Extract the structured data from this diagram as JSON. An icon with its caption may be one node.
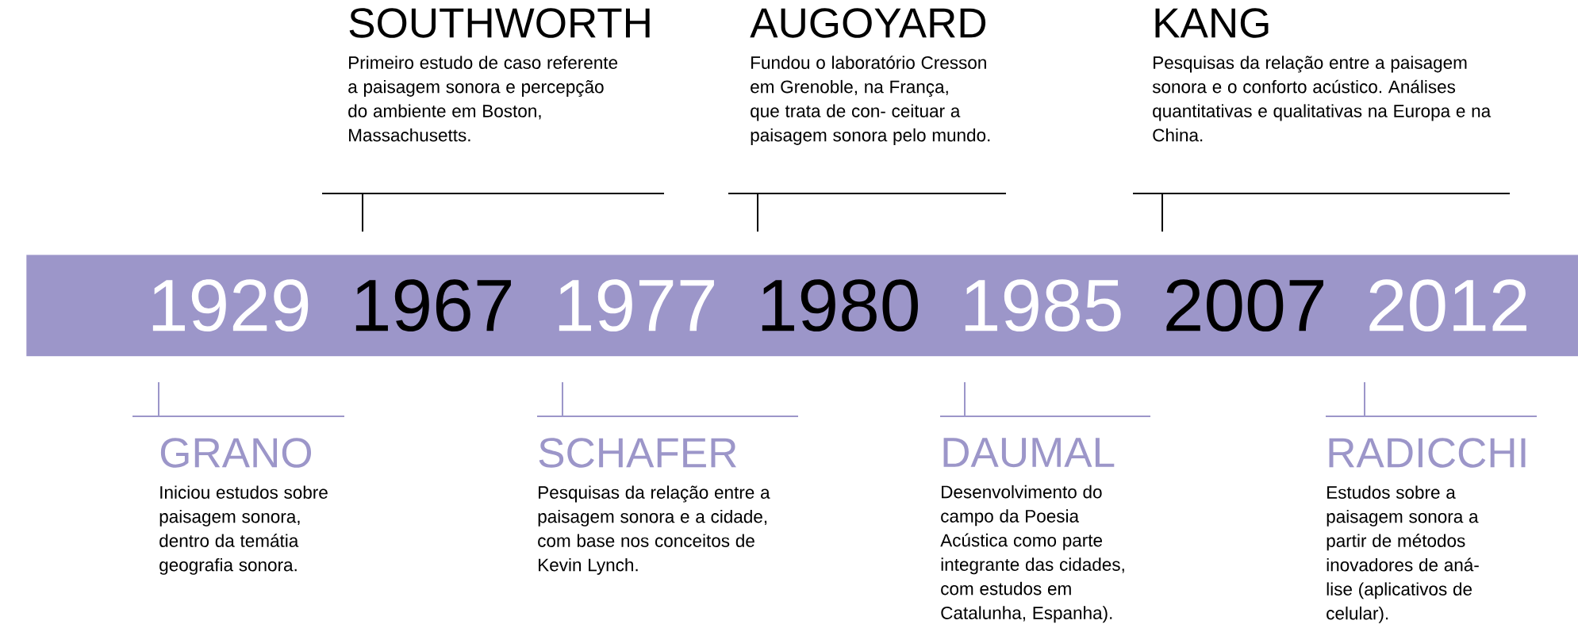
{
  "diagram": {
    "nodes": [
      {
        "text": [
          "1929",
          "1967",
          "1977",
          "1980",
          "1985",
          "2007",
          "2012"
        ]
      },
      {
        "text": [
          "GRANO",
          "Iniciou estudos sobre paisagem sonora, dentro da temátia geografia sonora."
        ]
      },
      {
        "text": [
          "SOUTHWORTH",
          "Primeiro estudo de caso referente a paisagem sonora e percepção do ambiente em Boston, Massachusetts."
        ]
      },
      {
        "text": [
          "SCHAFER",
          "Pesquisas da relação entre a paisagem sonora e a cidade, com base nos conceitos de Kevin Lynch."
        ]
      },
      {
        "text": [
          "AUGOYARD",
          "Fundou o laboratório Cresson em Grenoble, na França, que trata de con- ceituar a paisagem sonora pelo mundo."
        ]
      },
      {
        "text": [
          "DAUMAL",
          "Desenvolvimento do campo da Poesia Acústica como parte integrante das cidades, com estudos em Catalunha, Espanha)."
        ]
      },
      {
        "text": [
          "KANG",
          "Pesquisas da relação entre a paisagem sonora e o conforto acústico. Análises quantitativas e qualitativas na Europa e na China."
        ]
      },
      {
        "text": [
          "RADICCHI",
          "Estudos sobre a paisagem sonora a partir de métodos inovadores de aná- lise (aplicativos de celular)."
        ]
      }
    ]
  }
}
